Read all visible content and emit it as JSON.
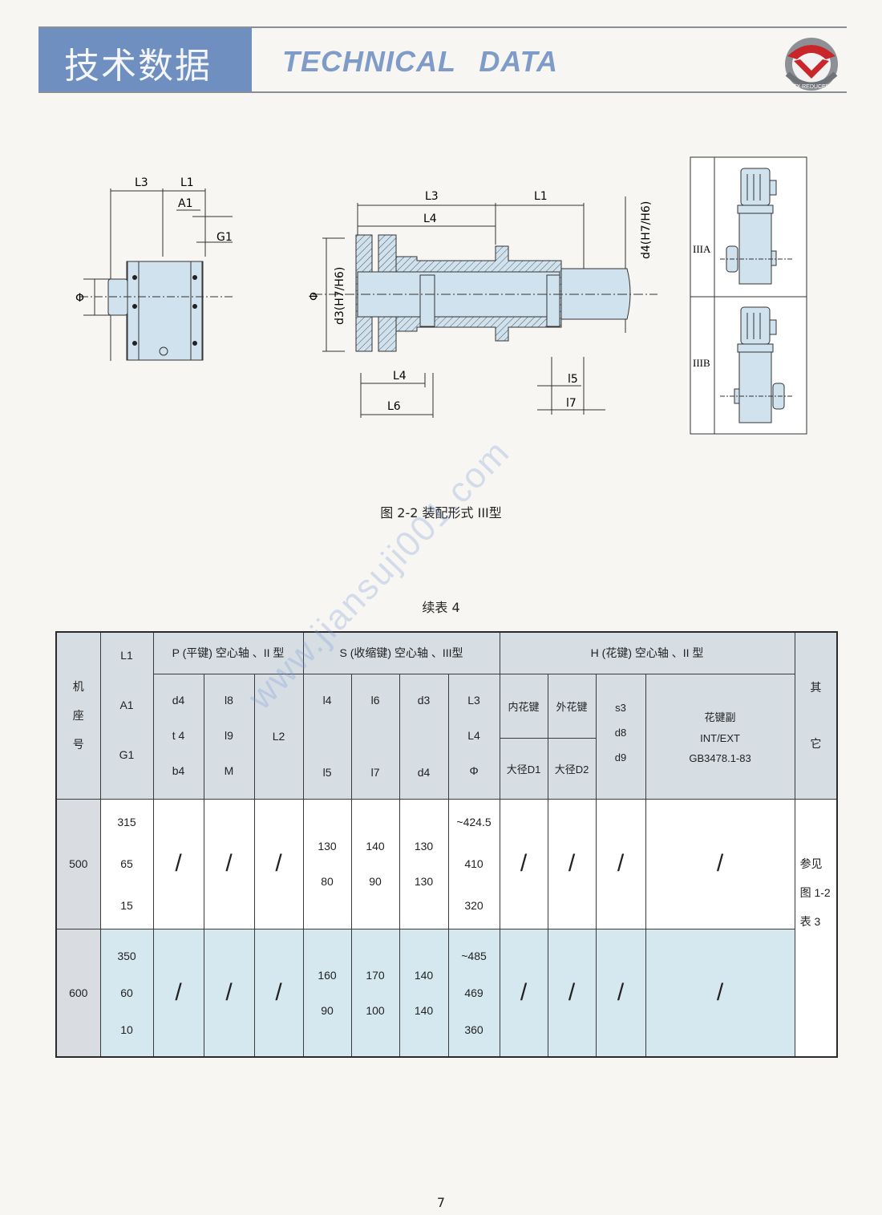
{
  "header": {
    "title_cn": "技术数据",
    "title_en": "TECHNICAL   DATA",
    "logo_text": "TX REDUCER"
  },
  "figure": {
    "caption": "图 2-2 装配形式    III型",
    "left_labels": {
      "L3": "L3",
      "L1": "L1",
      "A1": "A1",
      "G1": "G1",
      "phi": "Φ"
    },
    "center_labels": {
      "L3": "L3",
      "L4_top": "L4",
      "L1": "L1",
      "d4": "d4(H7/H6)",
      "phi": "Φ",
      "d3": "d3(H7/H6)",
      "L4_bot": "L4",
      "L6": "L6",
      "l5": "l5",
      "l7": "l7"
    },
    "right_labels": {
      "IIIA": "IIIA",
      "IIIB": "IIIB"
    }
  },
  "watermark": "www.jiansuji001.com",
  "table": {
    "title": "续表 4",
    "col_machine": [
      "机",
      "座",
      "号"
    ],
    "col_L1A1G1": [
      "L1",
      "A1",
      "G1"
    ],
    "group_P": "P (平键) 空心轴 、II 型",
    "group_S": "S (收缩键) 空心轴 、III型",
    "group_H": "H (花键) 空心轴 、II 型",
    "col_other": [
      "其",
      "它"
    ],
    "P_cols": [
      [
        "d4",
        "t 4",
        "b4"
      ],
      [
        "l8",
        "l9",
        "M"
      ],
      [
        "",
        "L2",
        ""
      ]
    ],
    "S_cols": [
      [
        "l4",
        "",
        "l5"
      ],
      [
        "l6",
        "",
        "l7"
      ],
      [
        "d3",
        "",
        "d4"
      ],
      [
        "L3",
        "L4",
        "Φ"
      ]
    ],
    "H_cols": {
      "inner_top": "内花键",
      "outer_top": "外花键",
      "inner_bot": "大径D1",
      "outer_bot": "大径D2",
      "s_col": [
        "s3",
        "d8",
        "d9"
      ],
      "spline": [
        "花键副",
        "INT/EXT",
        "GB3478.1-83"
      ]
    },
    "rows": [
      {
        "machine": "500",
        "L1A1G1": [
          "315",
          "65",
          "15"
        ],
        "P": [
          "/",
          "/",
          "/"
        ],
        "S": [
          [
            "130",
            "80"
          ],
          [
            "140",
            "90"
          ],
          [
            "130",
            "130"
          ],
          [
            "~424.5",
            "410",
            "320"
          ]
        ],
        "H": [
          "/",
          "/",
          "/",
          "/"
        ]
      },
      {
        "machine": "600",
        "L1A1G1": [
          "350",
          "60",
          "10"
        ],
        "P": [
          "/",
          "/",
          "/"
        ],
        "S": [
          [
            "160",
            "90"
          ],
          [
            "170",
            "100"
          ],
          [
            "140",
            "140"
          ],
          [
            "~485",
            "469",
            "360"
          ]
        ],
        "H": [
          "/",
          "/",
          "/",
          "/"
        ]
      }
    ],
    "other_note": [
      "参见",
      "图 1-2",
      "表 3"
    ]
  },
  "page_number": "7",
  "colors": {
    "header_blue": "#6e8fc0",
    "title_en": "#7f9cc9",
    "part_fill": "#cfe2ee",
    "row_600": "#d5e7ef",
    "header_cell": "#d6dde3"
  }
}
